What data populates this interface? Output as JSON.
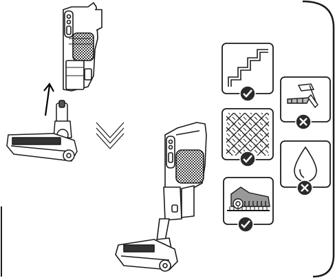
{
  "figure": {
    "step_from": "brush-head-detached",
    "step_to": "vacuum-assembled",
    "transition_icon": "chevron-down-double-icon"
  },
  "usage_panels": [
    {
      "surface": "stairs",
      "icon": "stairs-icon",
      "allowed": true,
      "status_icon": "check-circle-icon"
    },
    {
      "surface": "nails-and-screws",
      "icon": "hammer-nail-icon",
      "allowed": false,
      "status_icon": "x-circle-icon"
    },
    {
      "surface": "parquet-floor",
      "icon": "parquet-floor-icon",
      "allowed": true,
      "status_icon": "check-circle-icon"
    },
    {
      "surface": "liquids",
      "icon": "water-drop-icon",
      "allowed": false,
      "status_icon": "x-circle-icon"
    },
    {
      "surface": "carpet",
      "icon": "carpet-brush-icon",
      "allowed": true,
      "status_icon": "check-circle-icon"
    }
  ],
  "colors": {
    "line": "#1a1a1a",
    "badge": "#2a2a2a",
    "grille": "#444444",
    "panel_bg": "#ffffff"
  }
}
